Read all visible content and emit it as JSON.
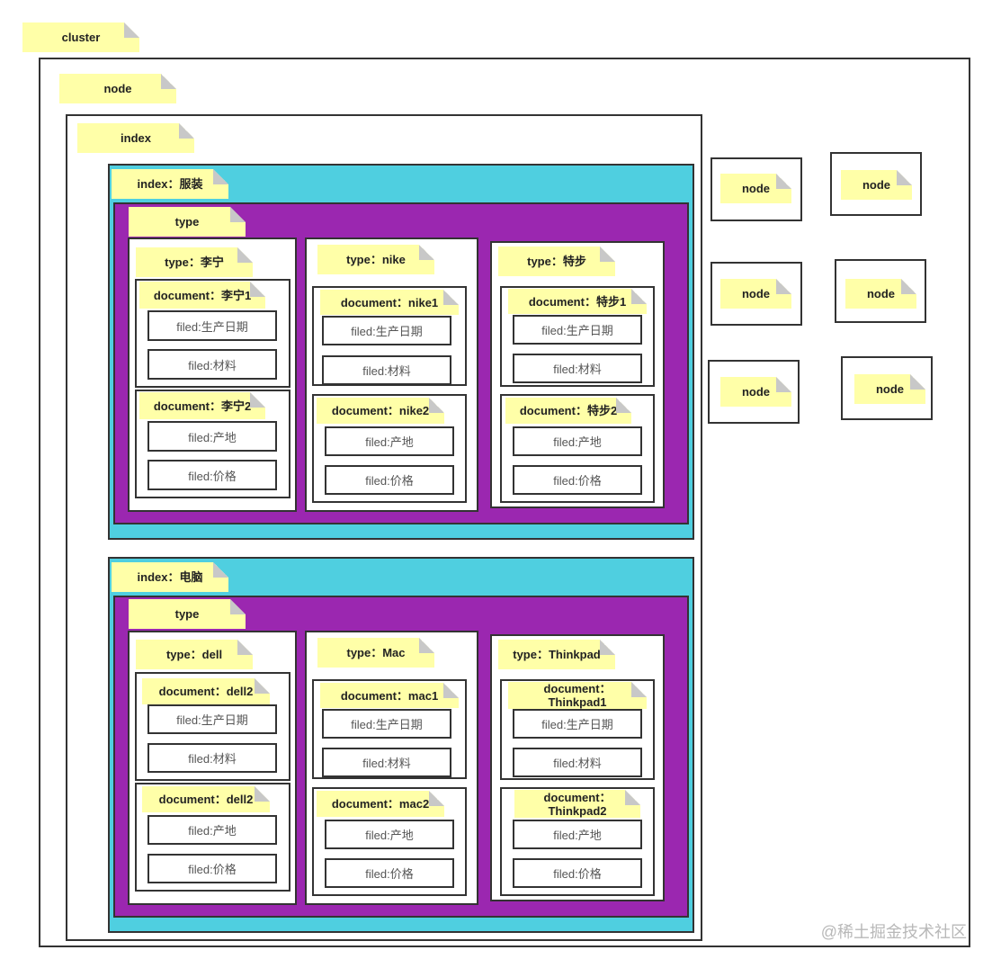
{
  "labels": {
    "cluster": "cluster",
    "node": "node",
    "index": "index",
    "type": "type"
  },
  "indices": [
    {
      "title": "index：服装",
      "types": [
        {
          "title": "type：李宁",
          "documents": [
            {
              "title": "document：李宁1",
              "fields": [
                "filed:生产日期",
                "filed:材料"
              ]
            },
            {
              "title": "document：李宁2",
              "fields": [
                "filed:产地",
                "filed:价格"
              ]
            }
          ]
        },
        {
          "title": "type：nike",
          "documents": [
            {
              "title": "document：nike1",
              "fields": [
                "filed:生产日期",
                "filed:材料"
              ]
            },
            {
              "title": "document：nike2",
              "fields": [
                "filed:产地",
                "filed:价格"
              ]
            }
          ]
        },
        {
          "title": "type：特步",
          "documents": [
            {
              "title": "document：特步1",
              "fields": [
                "filed:生产日期",
                "filed:材料"
              ]
            },
            {
              "title": "document：特步2",
              "fields": [
                "filed:产地",
                "filed:价格"
              ]
            }
          ]
        }
      ]
    },
    {
      "title": "index：电脑",
      "types": [
        {
          "title": "type：dell",
          "documents": [
            {
              "title": "document：dell2",
              "fields": [
                "filed:生产日期",
                "filed:材料"
              ]
            },
            {
              "title": "document：dell2",
              "fields": [
                "filed:产地",
                "filed:价格"
              ]
            }
          ]
        },
        {
          "title": "type：Mac",
          "documents": [
            {
              "title": "document：mac1",
              "fields": [
                "filed:生产日期",
                "filed:材料"
              ]
            },
            {
              "title": "document：mac2",
              "fields": [
                "filed:产地",
                "filed:价格"
              ]
            }
          ]
        },
        {
          "title": "type：Thinkpad",
          "documents": [
            {
              "title": "document：\nThinkpad1",
              "fields": [
                "filed:生产日期",
                "filed:材料"
              ]
            },
            {
              "title": "document：\nThinkpad2",
              "fields": [
                "filed:产地",
                "filed:价格"
              ]
            }
          ]
        }
      ]
    }
  ],
  "other_nodes": [
    "node",
    "node",
    "node",
    "node",
    "node",
    "node"
  ],
  "watermark": "@稀土掘金技术社区"
}
